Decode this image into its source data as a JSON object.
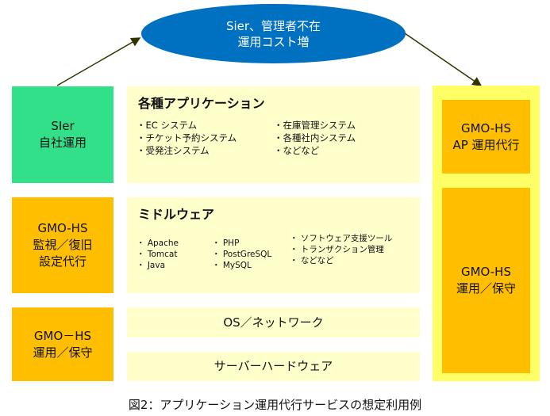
{
  "bubble": {
    "line1": "Sier、管理者不在",
    "line2": "運用コスト増"
  },
  "left": [
    {
      "lines": [
        "SIer",
        "自社運用"
      ]
    },
    {
      "lines": [
        "GMO-HS",
        "監視／復旧",
        "設定代行"
      ]
    },
    {
      "lines": [
        "GMO－HS",
        "運用／保守"
      ]
    }
  ],
  "apps": {
    "title": "各種アプリケーション",
    "col1": [
      "・EC システム",
      "・チケット予約システム",
      "・受発注システム"
    ],
    "col2": [
      "・在庫管理システム",
      "・各種社内システム",
      "・などなど"
    ]
  },
  "middleware": {
    "title": "ミドルウェア",
    "col1": [
      "・ Apache",
      "・ Tomcat",
      "・ Java"
    ],
    "col2": [
      "・ PHP",
      "・ PostGreSQL",
      "・ MySQL"
    ],
    "col3": [
      "・ ソフトウェア支援ツール",
      "・ トランザクション管理",
      "・ などなど"
    ]
  },
  "os": "OS／ネットワーク",
  "hardware": "サーバーハードウェア",
  "right": [
    {
      "lines": [
        "GMO-HS",
        "AP 運用代行"
      ]
    },
    {
      "lines": [
        "GMO-HS",
        "運用／保守"
      ]
    }
  ],
  "caption": "図2：アプリケーション運用代行サービスの想定利用例"
}
